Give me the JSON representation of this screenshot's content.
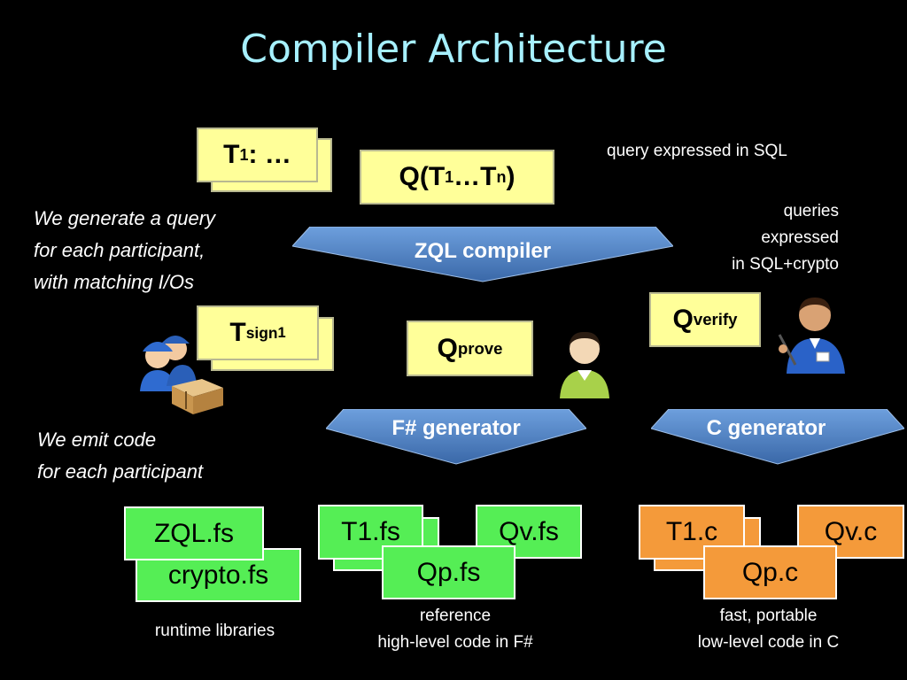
{
  "title": "Compiler Architecture",
  "notes": {
    "query_sql": "query expressed in SQL",
    "queries_crypto_1": "queries",
    "queries_crypto_2": "expressed",
    "queries_crypto_3": "in SQL+crypto",
    "generate_1": "We generate a query",
    "generate_2": "for each participant,",
    "generate_3": "with matching I/Os",
    "emit_1": "We emit code",
    "emit_2": "for each participant"
  },
  "boxes": {
    "t1_main": "T",
    "t1_sub": "1",
    "t1_rest": " : …",
    "q_open": "Q(T",
    "q_sub1": "1",
    "q_mid": "…T",
    "q_subn": "n",
    "q_close": ")",
    "tsign_main": "T",
    "tsign_sub": "sign",
    "tsign_sub2": "1",
    "qprove_main": "Q",
    "qprove_sub": "prove",
    "qverify_main": "Q",
    "qverify_sub": "verify"
  },
  "arrows": {
    "zql": "ZQL compiler",
    "fsharp": "F# generator",
    "c": "C generator"
  },
  "files": {
    "zql_fs": "ZQL.fs",
    "crypto_fs": "crypto.fs",
    "t1_fs": "T1.fs",
    "qv_fs": "Qv.fs",
    "qp_fs": "Qp.fs",
    "t1_c": "T1.c",
    "qv_c": "Qv.c",
    "qp_c": "Qp.c"
  },
  "captions": {
    "runtime": "runtime libraries",
    "ref_1": "reference",
    "ref_2": "high-level code in F#",
    "fast_1": "fast, portable",
    "fast_2": "low-level code in C"
  },
  "colors": {
    "title": "#a6f0ff",
    "yellow_box": "#ffff99",
    "green_box": "#55ee55",
    "orange_box": "#f49a3a",
    "arrow_blue": "#4a7fc0"
  },
  "icons": [
    "workers-with-boxes-icon",
    "person-user-icon",
    "verifier-person-icon"
  ]
}
